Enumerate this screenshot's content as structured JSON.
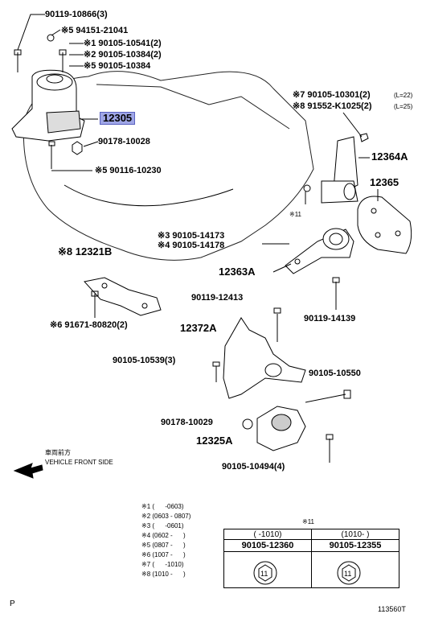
{
  "labels": {
    "p90119_10866": "90119-10866(3)",
    "p94151_21041": "※5 94151-21041",
    "p90105_10541": "※1 90105-10541(2)",
    "p90105_10384_2": "※2 90105-10384(2)",
    "p90105_10384_5": "※5 90105-10384",
    "p12305": "12305",
    "p90178_10028": "90178-10028",
    "p90116_10230": "※5 90116-10230",
    "p90105_10301": "※7 90105-10301(2)",
    "p90105_10301_note": "(L=22)",
    "p91552_k1025": "※8 91552-K1025(2)",
    "p91552_note": "(L=25)",
    "p12364a": "12364A",
    "p12365": "12365",
    "x11": "※11",
    "p90105_14173": "※3 90105-14173",
    "p90105_14178": "※4 90105-14178",
    "p12321b": "※8 12321B",
    "p12363a": "12363A",
    "p90119_12413": "90119-12413",
    "p90119_14139": "90119-14139",
    "p91671_80820": "※6 91671-80820(2)",
    "p12372a": "12372A",
    "p90105_10539": "90105-10539(3)",
    "p90105_10550": "90105-10550",
    "p90178_10029": "90178-10029",
    "p12325a": "12325A",
    "p90105_10494": "90105-10494(4)",
    "front_jp": "車両前方",
    "front_en": "VEHICLE FRONT SIDE"
  },
  "notes": [
    "※1 (      -0603)",
    "※2 (0603 - 0807)",
    "※3 (      -0601)",
    "※4 (0602 -      )",
    "※5 (0807 -      )",
    "※6 (1007 -      )",
    "※7 (      -1010)",
    "※8 (1010 -      )"
  ],
  "table": {
    "title": "※11",
    "col1_range": "(   -1010)",
    "col2_range": "(1010-   )",
    "col1_part": "90105-12360",
    "col2_part": "90105-12355"
  },
  "footer": {
    "left": "P",
    "right": "113560T"
  },
  "colors": {
    "highlight": "#9fa6e6"
  }
}
